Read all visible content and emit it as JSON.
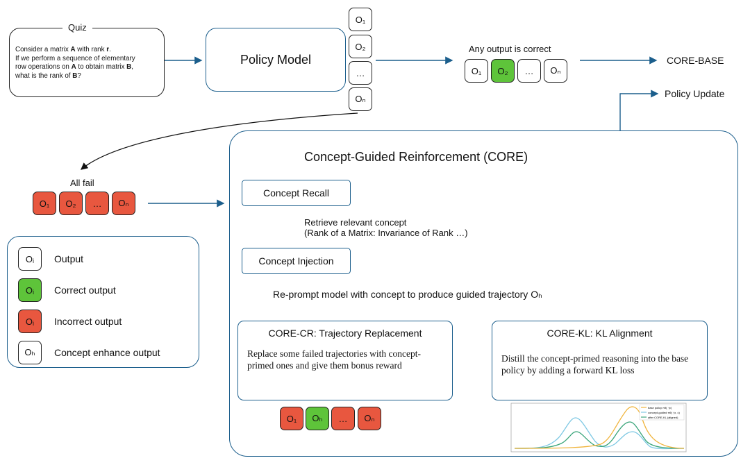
{
  "quiz": {
    "title": "Quiz",
    "line1_pre": "Consider a matrix ",
    "line1_A": "A",
    "line1_mid": " with rank ",
    "line1_r": "r",
    "line1_end": ".",
    "line2": "If we perform a sequence of elementary",
    "line3_pre": "row operations on ",
    "line3_A": "A",
    "line3_mid": " to obtain matrix ",
    "line3_B": "B",
    "line3_end": ",",
    "line4_pre": "what is the rank of ",
    "line4_B": "B",
    "line4_end": "?"
  },
  "policy_model": {
    "label": "Policy Model"
  },
  "outputs_column": [
    "O₁",
    "O₂",
    "…",
    "Oₙ"
  ],
  "any_correct": {
    "label": "Any output is correct",
    "tokens": [
      {
        "text": "O₁",
        "state": "normal"
      },
      {
        "text": "O₂",
        "state": "correct"
      },
      {
        "text": "…",
        "state": "normal"
      },
      {
        "text": "Oₙ",
        "state": "normal"
      }
    ]
  },
  "core_base": "CORE-BASE",
  "policy_update": "Policy Update",
  "all_fail": {
    "label": "All fail",
    "tokens": [
      "O₁",
      "O₂",
      "…",
      "Oₙ"
    ]
  },
  "legend": [
    {
      "symbol": "Oᵢ",
      "label": "Output",
      "state": "normal"
    },
    {
      "symbol": "Oᵢ",
      "label": "Correct output",
      "state": "correct"
    },
    {
      "symbol": "Oᵢ",
      "label": "Incorrect output",
      "state": "incorrect"
    },
    {
      "symbol": "Oₕ",
      "label": "Concept enhance output",
      "state": "normal"
    }
  ],
  "core": {
    "title": "Concept-Guided Reinforcement (CORE)",
    "concept_recall": "Concept Recall",
    "retrieve_line1": "Retrieve relevant concept",
    "retrieve_line2": "(Rank of a Matrix: Invariance of Rank …)",
    "concept_injection": "Concept Injection",
    "reprompt": "Re-prompt model with concept to produce guided trajectory Oₕ",
    "cr": {
      "title": "CORE-CR: Trajectory Replacement",
      "body": "Replace some failed trajectories with concept-primed ones and give them bonus reward",
      "tokens": [
        {
          "text": "O₁",
          "state": "incorrect"
        },
        {
          "text": "Oₕ",
          "state": "correct"
        },
        {
          "text": "…",
          "state": "incorrect"
        },
        {
          "text": "Oₙ",
          "state": "incorrect"
        }
      ]
    },
    "kl": {
      "title": "CORE-KL: KL Alignment",
      "body": "Distill the concept-primed reasoning into the base policy by adding a forward KL loss"
    }
  },
  "mini_chart": {
    "legend": [
      "base policy πθ( ·|x)",
      "concept-guided πθ( ·|x, c)",
      "after CORE-KL (aligned)"
    ],
    "colors": [
      "#f0b43c",
      "#7ec8e3",
      "#3aa57a"
    ]
  }
}
